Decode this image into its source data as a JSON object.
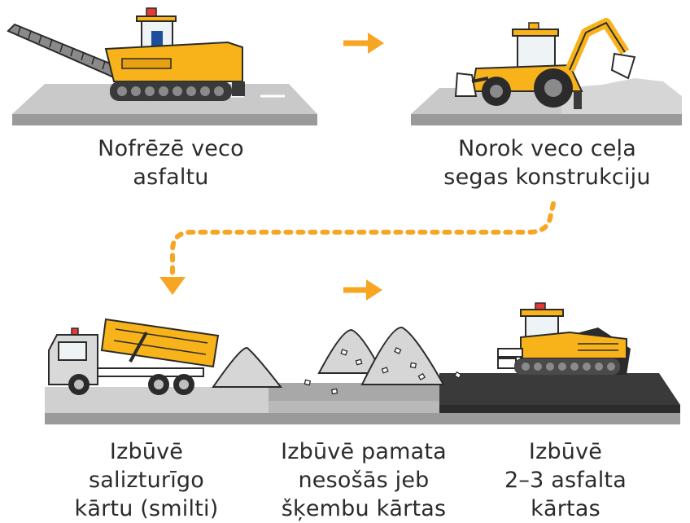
{
  "colors": {
    "machine_yellow": "#F8B31A",
    "machine_dark": "#2b2b2b",
    "arrow_orange": "#F6A623",
    "ground_gray": "#C9C9C9",
    "sand": "#D6D6D6",
    "asphalt": "#3a3a3a"
  },
  "steps": [
    {
      "id": "milling",
      "icon": "milling-machine-icon",
      "lines": [
        "Nofrēzē veco",
        "asfaltu"
      ]
    },
    {
      "id": "excavation",
      "icon": "backhoe-loader-icon",
      "lines": [
        "Norok veco ceļa",
        "segas konstrukciju"
      ]
    },
    {
      "id": "sand-layer",
      "icon": "dump-truck-icon",
      "lines": [
        "Izbūvē",
        "salizturīgo",
        "kārtu (smilti)"
      ]
    },
    {
      "id": "base-layer",
      "icon": "gravel-piles-icon",
      "lines": [
        "Izbūvē pamata",
        "nesošās jeb",
        "šķembu kārtas"
      ]
    },
    {
      "id": "asphalt-layers",
      "icon": "asphalt-paver-icon",
      "lines": [
        "Izbūvē",
        "2–3 asfalta",
        "kārtas"
      ]
    }
  ],
  "connectors": [
    {
      "from": "milling",
      "to": "excavation",
      "style": "solid-arrow"
    },
    {
      "from": "excavation",
      "to": "sand-layer",
      "style": "dotted-arrow"
    },
    {
      "from": "sand-layer",
      "to": "base-layer",
      "style": "solid-arrow"
    }
  ]
}
